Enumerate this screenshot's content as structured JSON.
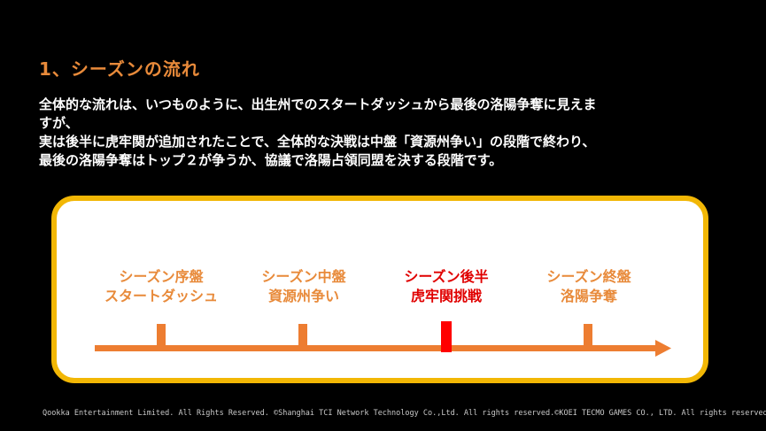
{
  "slide": {
    "title": "1、シーズンの流れ",
    "body_lines": [
      "全体的な流れは、いつものように、出生州でのスタートダッシュから最後の洛陽争奪に見えま",
      "すが、",
      "実は後半に虎牢関が追加されたことで、全体的な決戦は中盤「資源州争い」の段階で終わり、",
      "最後の洛陽争奪はトップ２が争うか、協議で洛陽占領同盟を決する段階です。"
    ]
  },
  "timeline": {
    "stages": [
      {
        "line1": "シーズン序盤",
        "line2": "スタートダッシュ",
        "highlight": false
      },
      {
        "line1": "シーズン中盤",
        "line2": "資源州争い",
        "highlight": false
      },
      {
        "line1": "シーズン後半",
        "line2": "虎牢関挑戦",
        "highlight": true
      },
      {
        "line1": "シーズン終盤",
        "line2": "洛陽争奪",
        "highlight": false
      }
    ],
    "colors": {
      "arrow": "#ed7d31",
      "highlight_marker": "#ff0000",
      "panel_border": "#f2b705",
      "stage_text": "#e88a3a",
      "highlight_text": "#e00000"
    }
  },
  "footer": {
    "copyright": "Qookka Entertainment Limited. All Rights Reserved. ©Shanghai TCI Network Technology Co.,Ltd. All rights reserved.©KOEI TECMO GAMES CO., LTD. All rights reserved."
  }
}
